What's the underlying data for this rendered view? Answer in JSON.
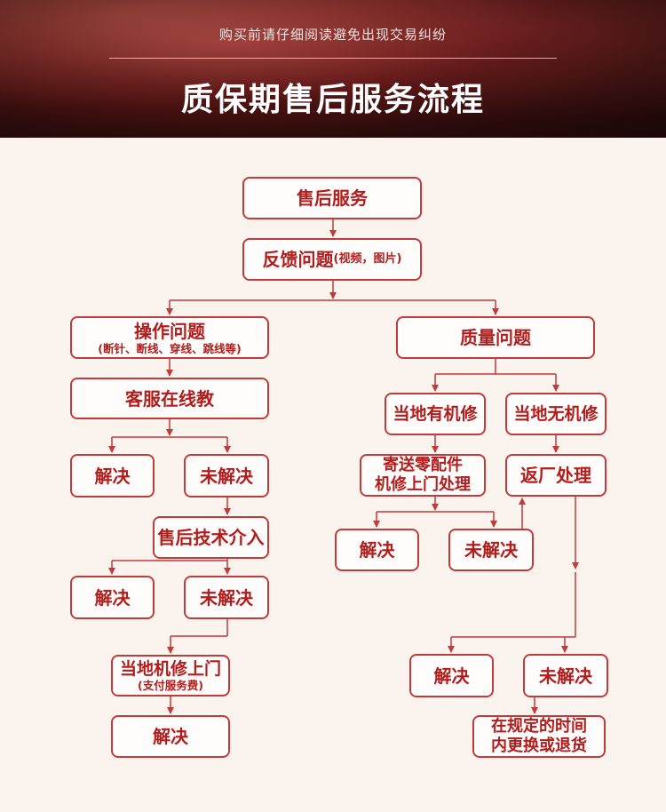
{
  "header": {
    "subtitle": "购买前请仔细阅读避免出现交易纠纷",
    "title": "质保期售后服务流程"
  },
  "nodes": {
    "after_sales": "售后服务",
    "feedback": "反馈问题",
    "feedback_note": "(视频，图片)",
    "operation_issue": "操作问题",
    "operation_note": "(断针、断线、穿线、跳线等)",
    "online_guidance": "客服在线教",
    "solved_1": "解决",
    "unsolved_1": "未解决",
    "tech_intervention": "售后技术介入",
    "solved_2": "解决",
    "unsolved_2": "未解决",
    "local_onsite_line1": "当地机修上门",
    "local_onsite_note": "(支付服务费)",
    "solved_3": "解决",
    "quality_issue": "质量问题",
    "has_local_repair": "当地有机修",
    "no_local_repair": "当地无机修",
    "send_parts_line1": "寄送零配件",
    "send_parts_line2": "机修上门处理",
    "return_factory": "返厂处理",
    "solved_4": "解决",
    "unsolved_4": "未解决",
    "solved_5": "解决",
    "unsolved_5": "未解决",
    "replace_line1": "在规定的时间",
    "replace_line2": "内更换或退货"
  },
  "colors": {
    "accent": "#c33a3a",
    "text": "#b11d1d",
    "background": "#fbf3ee"
  }
}
